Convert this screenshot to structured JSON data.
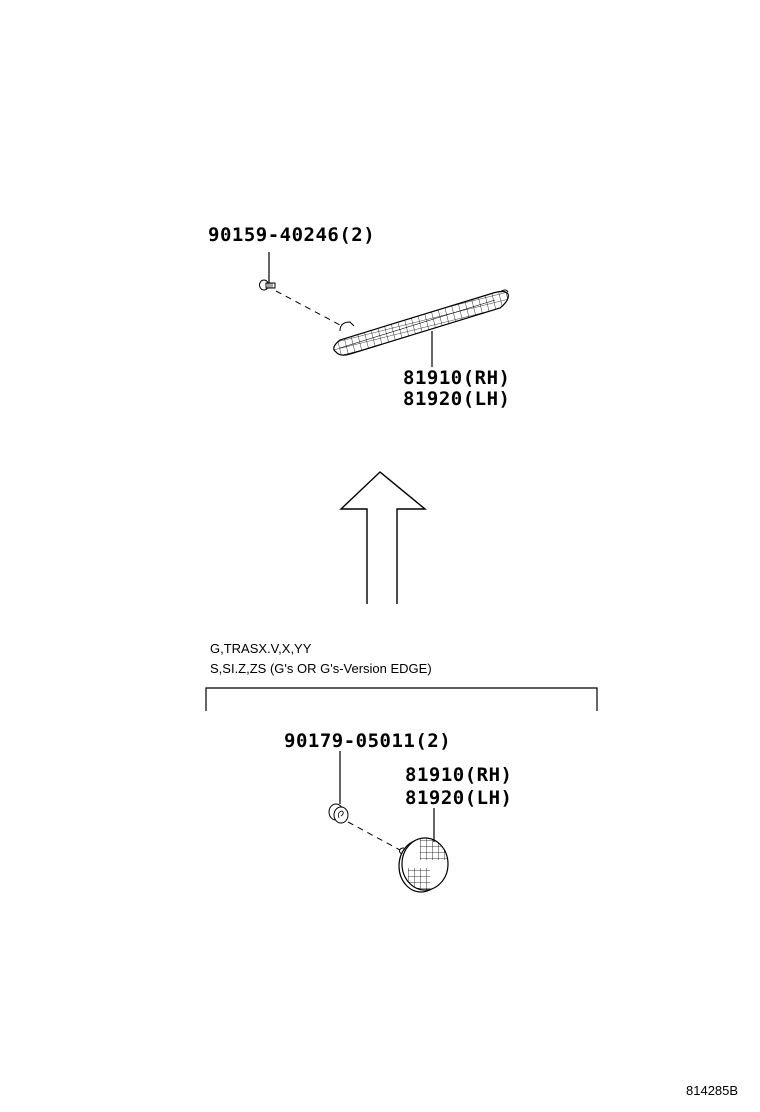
{
  "diagram": {
    "upper_assembly": {
      "screw_part_number": "90159-40246(2)",
      "reflector_part_numbers": [
        "81910(RH)",
        "81920(LH)"
      ]
    },
    "condition": {
      "lines": [
        "G,TRASX.V,X,YY",
        "S,SI.Z,ZS (G's OR G's-Version EDGE)"
      ]
    },
    "lower_assembly": {
      "nut_part_number": "90179-05011(2)",
      "reflector_part_numbers": [
        "81910(RH)",
        "81920(LH)"
      ]
    },
    "reference_code": "814285B",
    "colors": {
      "line": "#000000",
      "background": "#ffffff"
    }
  }
}
